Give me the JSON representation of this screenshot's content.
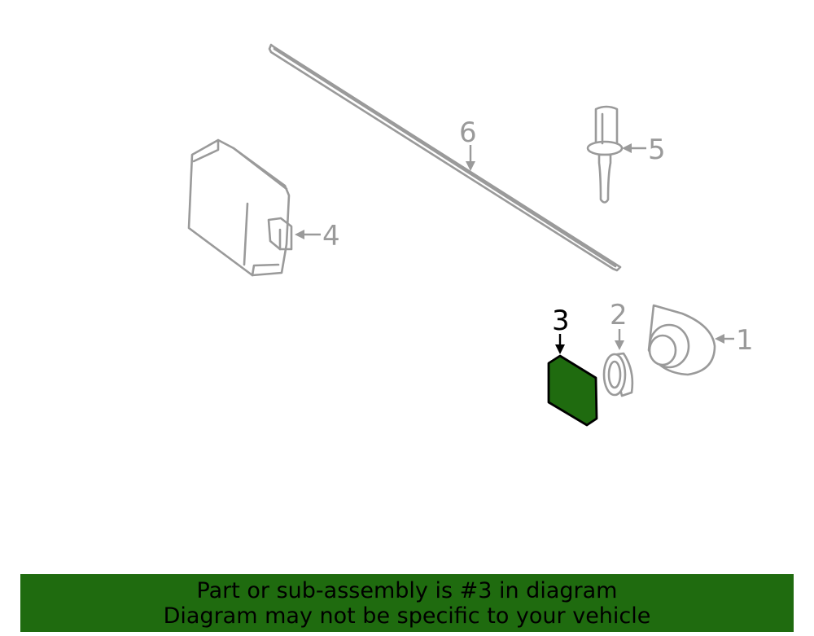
{
  "diagram": {
    "callouts": [
      "1",
      "2",
      "3",
      "4",
      "5",
      "6"
    ],
    "highlighted_part": "3",
    "highlight_color": "#1f6b0f",
    "line_color": "#9a9a9a"
  },
  "banner": {
    "line1": "Part or sub-assembly is #3 in diagram",
    "line2": "Diagram may not be specific to your vehicle",
    "background": "#1f6b0f"
  }
}
